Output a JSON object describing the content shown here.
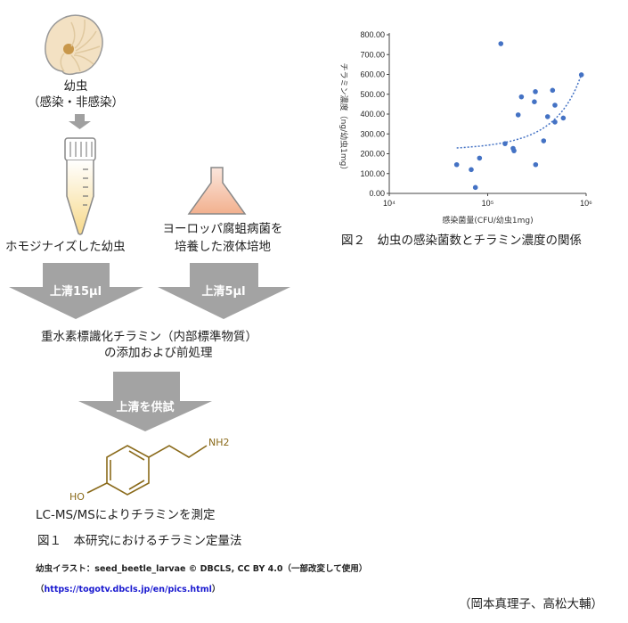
{
  "fig1": {
    "larva_label": "幼虫",
    "larva_sub": "（感染・非感染）",
    "tube_label": "ホモジナイズした幼虫",
    "culture_label_1": "ヨーロッパ腐蛆病菌を",
    "culture_label_2": "培養した液体培地",
    "arrow_left": "上清15μl",
    "arrow_right": "上清5μl",
    "step_1": "重水素標識化チラミン（内部標準物質）",
    "step_2": "の添加および前処理",
    "arrow_center": "上清を供試",
    "nh2": "NH2",
    "ho": "HO",
    "measure": "LC-MS/MSによりチラミンを測定",
    "caption": "図１　本研究におけるチラミン定量法",
    "credit_1": "幼虫イラスト：seed_beetle_larvae © DBCLS, CC BY 4.0（一部改変して使用）",
    "credit_2_open": "（",
    "credit_2_link": "https://togotv.dbcls.jp/en/pics.html",
    "credit_2_close": "）"
  },
  "authors": "（岡本真理子、高松大輔）",
  "chart_data": {
    "type": "scatter",
    "title": "図２　幼虫の感染菌数とチラミン濃度の関係",
    "xlabel": "感染菌量(CFU/幼虫1mg)",
    "ylabel": "チラミン濃度（ng/幼虫1mg）",
    "xscale": "log",
    "xlim": [
      10000,
      1000000
    ],
    "ylim": [
      0,
      800
    ],
    "x_ticks": [
      "10⁴",
      "10⁵",
      "10⁶"
    ],
    "y_ticks": [
      "0.00",
      "100.00",
      "200.00",
      "300.00",
      "400.00",
      "500.00",
      "600.00",
      "700.00",
      "800.00"
    ],
    "color": "#4472c4",
    "points": [
      [
        48400,
        145
      ],
      [
        68000,
        120
      ],
      [
        75000,
        30
      ],
      [
        82600,
        178
      ],
      [
        136000,
        755
      ],
      [
        150000,
        251
      ],
      [
        181000,
        227
      ],
      [
        185000,
        215
      ],
      [
        204000,
        396
      ],
      [
        220000,
        487
      ],
      [
        298000,
        462
      ],
      [
        305000,
        513
      ],
      [
        307000,
        145
      ],
      [
        370000,
        265
      ],
      [
        406000,
        387
      ],
      [
        456000,
        520
      ],
      [
        482000,
        360
      ],
      [
        482000,
        445
      ],
      [
        586000,
        380
      ],
      [
        895000,
        598
      ]
    ],
    "trendline": {
      "type": "exponential",
      "a": 217,
      "b": 1.134e-06,
      "x_range": [
        48400,
        895000
      ]
    }
  }
}
